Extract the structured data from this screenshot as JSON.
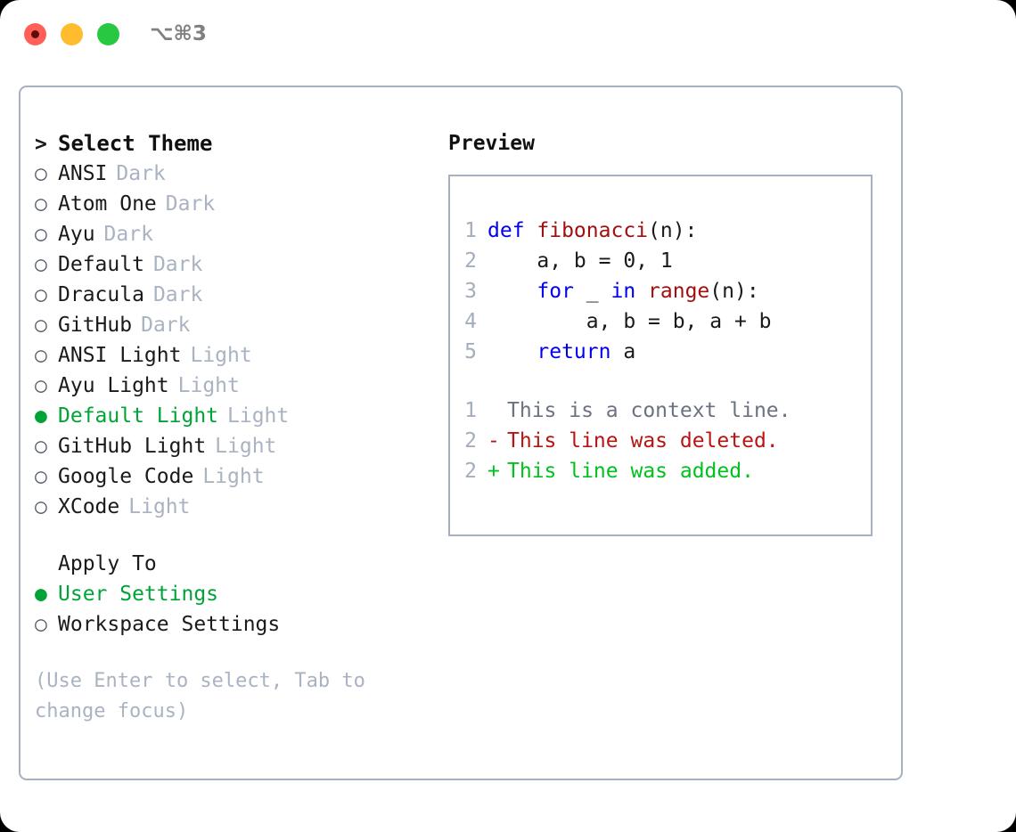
{
  "titlebar": {
    "shortcut": "⌥⌘3",
    "buttons": [
      "close",
      "minimize",
      "maximize"
    ]
  },
  "theme_picker": {
    "header_marker": ">",
    "header_label": "Select Theme",
    "marker_unselected": "○",
    "marker_selected": "●",
    "accent_color": "#00a335",
    "tag_color": "#a9b3c2",
    "items": [
      {
        "marker": "○",
        "label": "ANSI",
        "tag": "Dark",
        "selected": false
      },
      {
        "marker": "○",
        "label": "Atom One",
        "tag": "Dark",
        "selected": false
      },
      {
        "marker": "○",
        "label": "Ayu",
        "tag": "Dark",
        "selected": false
      },
      {
        "marker": "○",
        "label": "Default",
        "tag": "Dark",
        "selected": false
      },
      {
        "marker": "○",
        "label": "Dracula",
        "tag": "Dark",
        "selected": false
      },
      {
        "marker": "○",
        "label": "GitHub",
        "tag": "Dark",
        "selected": false
      },
      {
        "marker": "○",
        "label": "ANSI Light",
        "tag": "Light",
        "selected": false
      },
      {
        "marker": "○",
        "label": "Ayu Light",
        "tag": "Light",
        "selected": false
      },
      {
        "marker": "●",
        "label": "Default Light",
        "tag": "Light",
        "selected": true
      },
      {
        "marker": "○",
        "label": "GitHub Light",
        "tag": "Light",
        "selected": false
      },
      {
        "marker": "○",
        "label": "Google Code",
        "tag": "Light",
        "selected": false
      },
      {
        "marker": "○",
        "label": "XCode",
        "tag": "Light",
        "selected": false
      }
    ]
  },
  "apply_to": {
    "header_label": "Apply To",
    "items": [
      {
        "marker": "●",
        "label": "User Settings",
        "selected": true
      },
      {
        "marker": "○",
        "label": "Workspace Settings",
        "selected": false
      }
    ]
  },
  "hint": {
    "text": "(Use Enter to select, Tab to change focus)"
  },
  "preview": {
    "title": "Preview",
    "code_lines": [
      {
        "number": "1",
        "tokens": [
          {
            "text": "def ",
            "kind": "kw"
          },
          {
            "text": "fibonacci",
            "kind": "fn"
          },
          {
            "text": "(n):",
            "kind": "pl"
          }
        ]
      },
      {
        "number": "2",
        "tokens": [
          {
            "text": "    a, b = 0, 1",
            "kind": "pl"
          }
        ]
      },
      {
        "number": "3",
        "tokens": [
          {
            "text": "    ",
            "kind": "pl"
          },
          {
            "text": "for",
            "kind": "kw"
          },
          {
            "text": " _ ",
            "kind": "pl"
          },
          {
            "text": "in",
            "kind": "kw"
          },
          {
            "text": " ",
            "kind": "pl"
          },
          {
            "text": "range",
            "kind": "fn"
          },
          {
            "text": "(n):",
            "kind": "pl"
          }
        ]
      },
      {
        "number": "4",
        "tokens": [
          {
            "text": "        a, b = b, a + b",
            "kind": "pl"
          }
        ]
      },
      {
        "number": "5",
        "tokens": [
          {
            "text": "    ",
            "kind": "pl"
          },
          {
            "text": "return",
            "kind": "kw"
          },
          {
            "text": " a",
            "kind": "pl"
          }
        ]
      }
    ],
    "diff_lines": [
      {
        "number": "1",
        "mark": " ",
        "text": "This is a context line.",
        "kind": "context"
      },
      {
        "number": "2",
        "mark": "-",
        "text": "This line was deleted.",
        "kind": "deleted"
      },
      {
        "number": "2",
        "mark": "+",
        "text": "This line was added.",
        "kind": "added"
      }
    ],
    "syntax_colors": {
      "keyword": "#0000ee",
      "function": "#a01010",
      "plain": "#1a1a1a",
      "line_number": "#a3adbd",
      "diff_context": "#6b7280",
      "diff_deleted": "#b81414",
      "diff_added": "#00c21e"
    }
  }
}
